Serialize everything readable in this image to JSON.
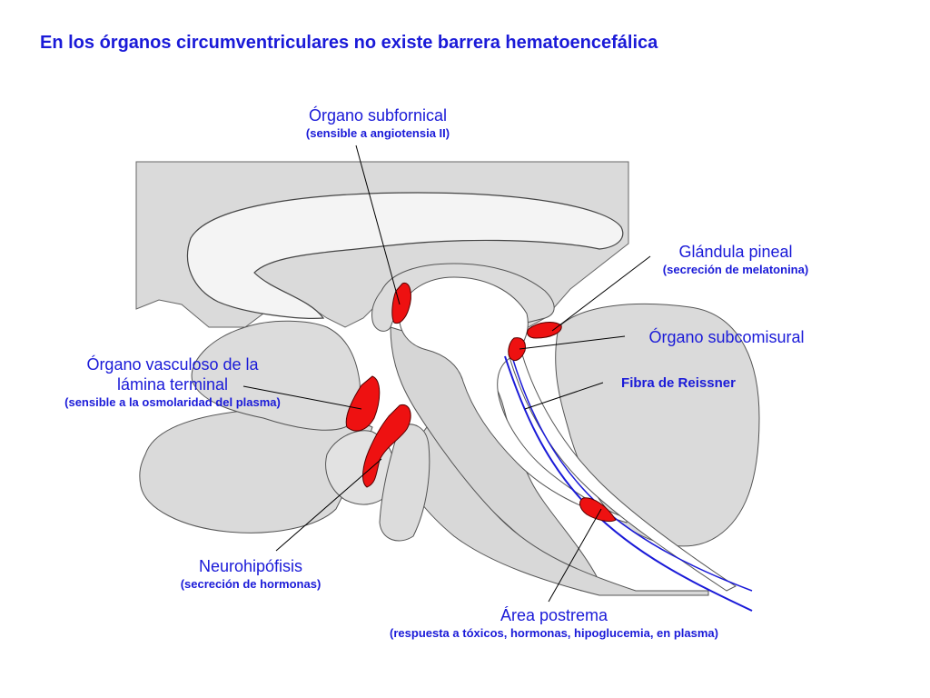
{
  "title": "En los órganos circumventriculares no existe barrera hematoencefálica",
  "labels": {
    "subfornical": {
      "name": "Órgano subfornical",
      "desc": "(sensible a angiotensia II)"
    },
    "pineal": {
      "name": "Glándula pineal",
      "desc": "(secreción de melatonina)"
    },
    "subcomisural": {
      "name": "Órgano subcomisural"
    },
    "reissner": {
      "name": "Fibra de Reissner"
    },
    "vasculoso": {
      "name_line1": "Órgano vasculoso de la",
      "name_line2": "lámina terminal",
      "desc": "(sensible a la osmolaridad del plasma)"
    },
    "neurohipofisis": {
      "name": "Neurohipófisis",
      "desc": "(secreción de hormonas)"
    },
    "postrema": {
      "name": "Área postrema",
      "desc": "(respuesta a tóxicos, hormonas, hipoglucemia, en plasma)"
    }
  },
  "colors": {
    "text": "#1a1ad8",
    "organ": "#ee1111",
    "tissue": "#d8d8d8",
    "light": "#f4f4f4",
    "reissner_fiber": "#1a1ad8"
  }
}
